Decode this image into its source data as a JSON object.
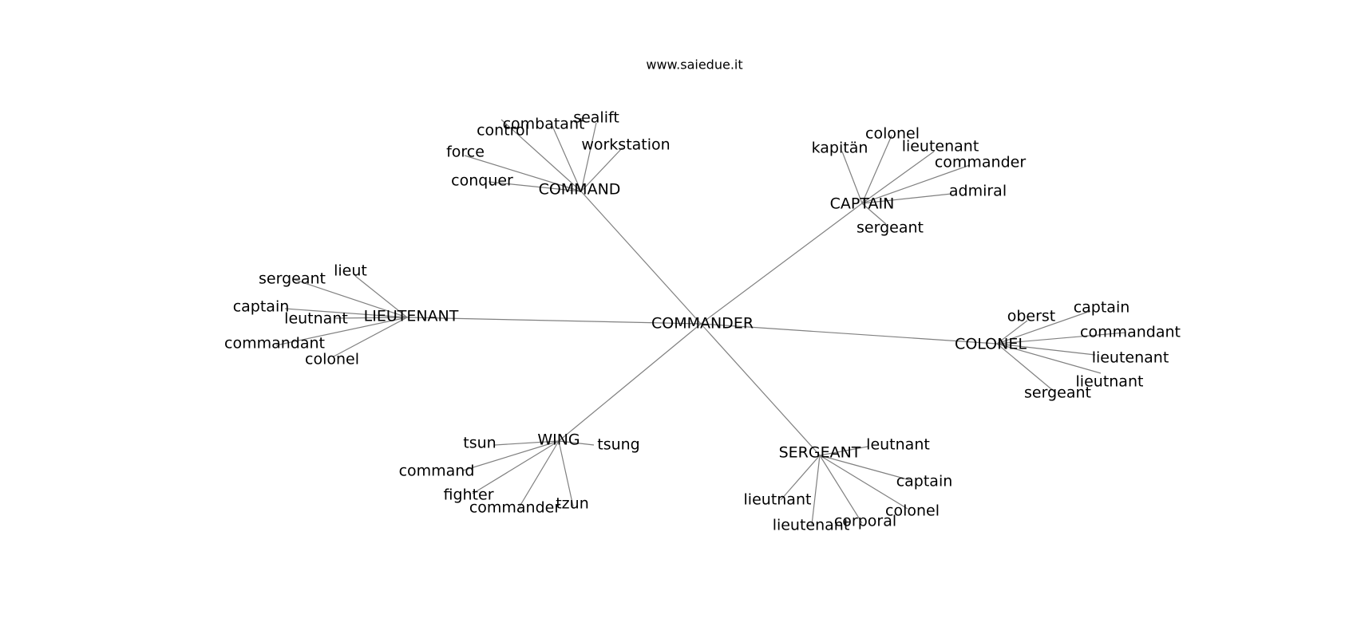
{
  "watermark": "www.saiedue.it",
  "center": "COMMANDER",
  "clusters": [
    {
      "hub": "COMMAND",
      "leaves": [
        "conquer",
        "force",
        "control",
        "combatant",
        "sealift",
        "workstation"
      ]
    },
    {
      "hub": "CAPTAIN",
      "leaves": [
        "kapitän",
        "colonel",
        "lieutenant",
        "commander",
        "admiral",
        "sergeant"
      ]
    },
    {
      "hub": "LIEUTENANT",
      "leaves": [
        "lieut",
        "sergeant",
        "captain",
        "leutnant",
        "commandant",
        "colonel"
      ]
    },
    {
      "hub": "COLONEL",
      "leaves": [
        "oberst",
        "captain",
        "commandant",
        "lieutenant",
        "lieutnant",
        "sergeant"
      ]
    },
    {
      "hub": "WING",
      "leaves": [
        "tsun",
        "tsung",
        "command",
        "fighter",
        "commander",
        "tzun"
      ]
    },
    {
      "hub": "SERGEANT",
      "leaves": [
        "leutnant",
        "captain",
        "colonel",
        "corporal",
        "lieutenant",
        "lieutnant"
      ]
    }
  ]
}
